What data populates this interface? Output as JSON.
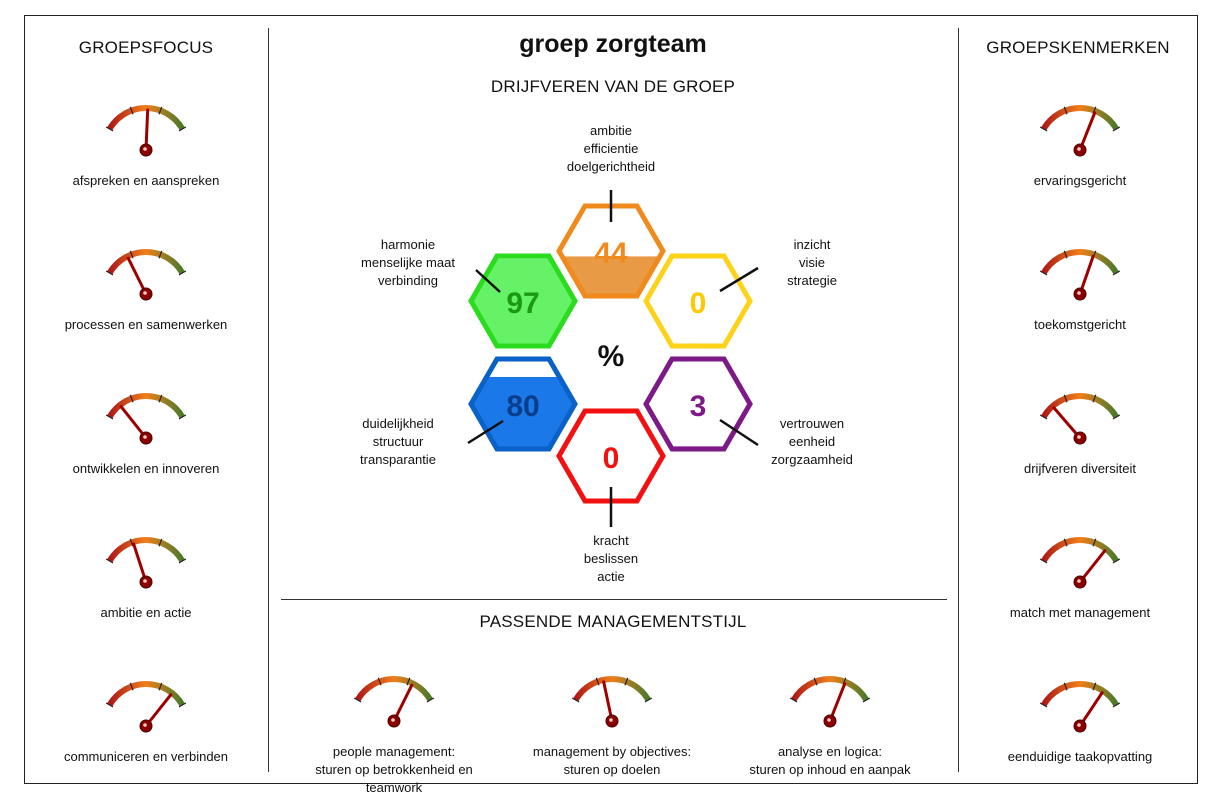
{
  "title": "groep zorgteam",
  "headings": {
    "left": "GROEPSFOCUS",
    "center": "DRIJFVEREN VAN DE GROEP",
    "right": "GROEPSKENMERKEN",
    "bottom": "PASSENDE MANAGEMENTSTIJL"
  },
  "center_symbol": "%",
  "colors": {
    "gauge_red": "#b01818",
    "gauge_orange": "#ef7f1a",
    "gauge_green": "#4a7a2a",
    "needle": "#9e0000",
    "hex_orange": "#f08a1c",
    "hex_yellow": "#ffd21a",
    "hex_green": "#2bdc1e",
    "hex_blue": "#0a62c8",
    "hex_purple": "#7d1a88",
    "hex_red": "#f21010"
  },
  "groepsfocus": [
    {
      "label": "afspreken en aanspreken",
      "level": 0.52
    },
    {
      "label": "processen en samenwerken",
      "level": 0.28
    },
    {
      "label": "ontwikkelen en innoveren",
      "level": 0.18
    },
    {
      "label": "ambitie en actie",
      "level": 0.35
    },
    {
      "label": "communiceren en verbinden",
      "level": 0.82
    }
  ],
  "groepskenmerken": [
    {
      "label": "ervaringsgericht",
      "level": 0.68
    },
    {
      "label": "toekomstgericht",
      "level": 0.66
    },
    {
      "label": "drijfveren diversiteit",
      "level": 0.16
    },
    {
      "label": "match met management",
      "level": 0.82
    },
    {
      "label": "eenduidige taakopvatting",
      "level": 0.78
    }
  ],
  "management": [
    {
      "lines": [
        "people management:",
        "sturen op betrokkenheid en teamwork"
      ],
      "level": 0.72
    },
    {
      "lines": [
        "management by objectives:",
        "sturen op doelen"
      ],
      "level": 0.4
    },
    {
      "lines": [
        "analyse en logica:",
        "sturen op inhoud en aanpak"
      ],
      "level": 0.68
    }
  ],
  "drijfveren": [
    {
      "id": "orange",
      "value": 44,
      "lines": [
        "ambitie",
        "efficientie",
        "doelgerichtheid"
      ]
    },
    {
      "id": "yellow",
      "value": 0,
      "lines": [
        "inzicht",
        "visie",
        "strategie"
      ]
    },
    {
      "id": "green",
      "value": 97,
      "lines": [
        "harmonie",
        "menselijke maat",
        "verbinding"
      ]
    },
    {
      "id": "blue",
      "value": 80,
      "lines": [
        "duidelijkheid",
        "structuur",
        "transparantie"
      ]
    },
    {
      "id": "purple",
      "value": 3,
      "lines": [
        "vertrouwen",
        "eenheid",
        "zorgzaamheid"
      ]
    },
    {
      "id": "red",
      "value": 0,
      "lines": [
        "kracht",
        "beslissen",
        "actie"
      ]
    }
  ]
}
